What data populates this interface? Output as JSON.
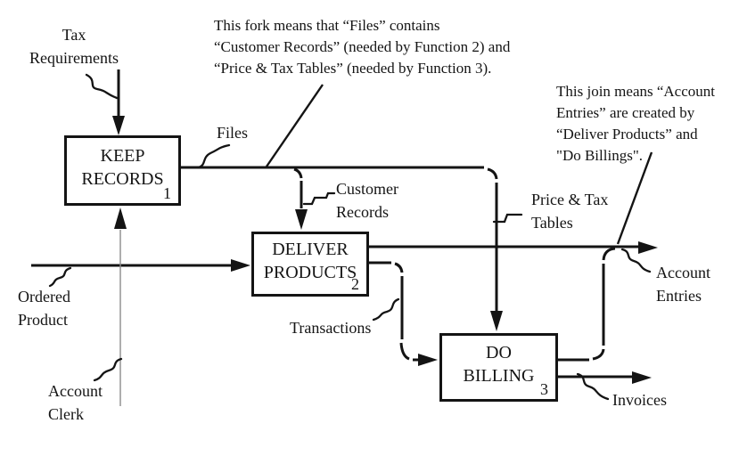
{
  "diagram": {
    "colors": {
      "background": "#ffffff",
      "line": "#141414",
      "mechanism_line": "#8c8c8c"
    },
    "boxes": [
      {
        "title_line1": "KEEP",
        "title_line2": "RECORDS",
        "number": "1"
      },
      {
        "title_line1": "DELIVER",
        "title_line2": "PRODUCTS",
        "number": "2"
      },
      {
        "title_line1": "DO",
        "title_line2": "BILLING",
        "number": "3"
      }
    ],
    "arrow_labels": {
      "tax_requirements": "Tax\nRequirements",
      "files": "Files",
      "customer_records": "Customer\nRecords",
      "price_tax_tables": "Price & Tax\nTables",
      "ordered_product": "Ordered\nProduct",
      "account_clerk": "Account\nClerk",
      "transactions": "Transactions",
      "account_entries": "Account\nEntries",
      "invoices": "Invoices"
    },
    "notes": {
      "fork_note": "This fork means that “Files” contains\n“Customer Records” (needed by  Function 2) and\n“Price & Tax Tables” (needed by Function 3).",
      "join_note": "This join means “Account\nEntries” are created by\n“Deliver Products” and\n\"Do Billings\"."
    }
  }
}
